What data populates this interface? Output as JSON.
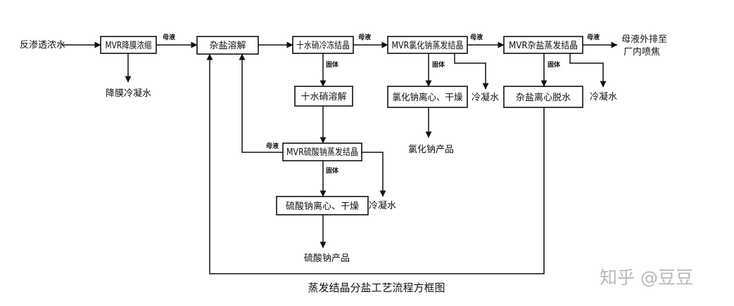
{
  "nodes": {
    "mvr_membrane": "MVR降膜浓缩",
    "mixed_salt_dissolve": "杂盐溶解",
    "mirabilite_crystal": "十水硝冷冻结晶",
    "nacl_evap": "MVR氯化钠蒸发结晶",
    "mixed_evap": "MVR杂盐蒸发结晶",
    "mirabilite_dissolve": "十水硝溶解",
    "nacl_centrifuge": "氯化钠离心、干燥",
    "mixed_dewater": "杂盐离心脱水",
    "na2so4_evap": "MVR硫酸钠蒸发结晶",
    "na2so4_centrifuge": "硫酸钠离心、干燥"
  },
  "labels": {
    "ro_concentrate": "反渗透浓水",
    "membrane_condensate": "降膜冷凝水",
    "outlet_line1": "母液外排至",
    "outlet_line2": "厂内喷焦",
    "condensate": "冷凝水",
    "nacl_product": "氯化钠产品",
    "na2so4_product": "硫酸钠产品",
    "mother_liquor": "母液",
    "solid": "固体"
  },
  "caption": "蒸发结晶分盐工艺流程方框图",
  "watermark": "知乎 @豆豆"
}
